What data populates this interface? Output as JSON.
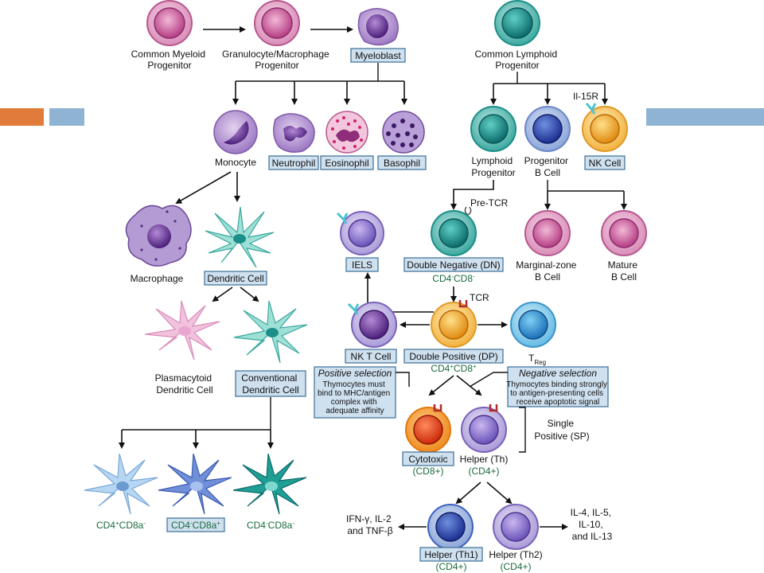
{
  "colors": {
    "accent_orange": "#e07b39",
    "accent_blue": "#8fb3d3",
    "label_box": "#cfe0ef",
    "label_border": "#3b6e95",
    "green_text": "#1a6b3c"
  },
  "myeloid": {
    "common_myeloid_progenitor": [
      "Common Myeloid",
      "Progenitor"
    ],
    "gm_progenitor": [
      "Granulocyte/Macrophage",
      "Progenitor"
    ],
    "myeloblast": "Myeloblast",
    "monocyte": "Monocyte",
    "neutrophil": "Neutrophil",
    "eosinophil": "Eosinophil",
    "basophil": "Basophil",
    "macrophage": "Macrophage",
    "dendritic_cell": "Dendritic Cell",
    "plasmacytoid_dc": [
      "Plasmacytoid",
      "Dendritic Cell"
    ],
    "conventional_dc": [
      "Conventional",
      "Dendritic Cell"
    ],
    "dc_subsets": [
      {
        "base": "CD4",
        "s1": "+",
        "mid": "CD8a",
        "s2": "-"
      },
      {
        "base": "CD4",
        "s1": "-",
        "mid": "CD8a",
        "s2": "+"
      },
      {
        "base": "CD4",
        "s1": "-",
        "mid": "CD8a",
        "s2": "-"
      }
    ]
  },
  "lymphoid": {
    "common_lymphoid_progenitor": [
      "Common Lymphoid",
      "Progenitor"
    ],
    "il15r": "Il-15R",
    "lymphoid_progenitor": [
      "Lymphoid",
      "Progenitor"
    ],
    "progenitor_b_cell": [
      "Progenitor",
      "B Cell"
    ],
    "nk_cell": "NK Cell",
    "pre_tcr": "Pre-TCR",
    "iels": "IELS",
    "double_negative": "Double Negative (DN)",
    "dn_markers": {
      "base": "CD4",
      "s1": "-",
      "mid": "CD8",
      "s2": "-"
    },
    "marginal_zone_b": [
      "Marginal-zone",
      "B Cell"
    ],
    "mature_b": [
      "Mature",
      "B Cell"
    ],
    "tcr": "TCR",
    "nk_t_cell": "NK T Cell",
    "double_positive": "Double Positive (DP)",
    "dp_markers": {
      "base": "CD4",
      "s1": "+",
      "mid": "CD8",
      "s2": "+"
    },
    "treg": {
      "base": "T",
      "sub": "Reg"
    },
    "positive_selection": {
      "title": "Positive selection",
      "lines": [
        "Thymocytes must",
        "bind to MHC/antigen",
        "complex with",
        "adequate affinity"
      ]
    },
    "negative_selection": {
      "title": "Negative selection",
      "lines": [
        "Thymocytes binding strongly",
        "to antigen-presenting cells",
        "receive apoptotic signal"
      ]
    },
    "cytotoxic": "Cytotoxic",
    "cytotoxic_marker": "(CD8+)",
    "helper": "Helper (Th)",
    "helper_marker": "(CD4+)",
    "single_positive": [
      "Single",
      "Positive (SP)"
    ],
    "helper_th1": "Helper (Th1)",
    "helper_th1_marker": "(CD4+)",
    "helper_th2": "Helper (Th2)",
    "helper_th2_marker": "(CD4+)",
    "th1_cytokines": [
      "IFN-γ, IL-2",
      "and TNF-β"
    ],
    "th2_cytokines": [
      "IL-4, IL-5,",
      "IL-10,",
      "and IL-13"
    ]
  }
}
